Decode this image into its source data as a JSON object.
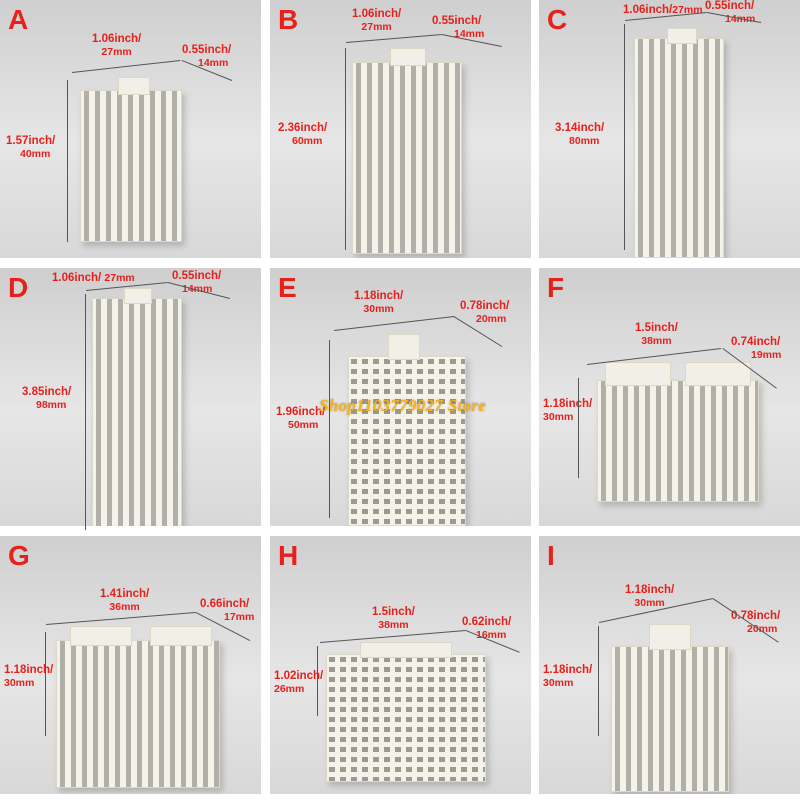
{
  "colors": {
    "label_red": "#e8201c",
    "watermark_orange": "#f7b21a"
  },
  "watermark": "Shop1103779027 Store",
  "panels": [
    {
      "letter": "A",
      "width_in": "1.06inch/",
      "width_mm": "27mm",
      "depth_in": "0.55inch/",
      "depth_mm": "14mm",
      "height_in": "1.57inch/",
      "height_mm": "40mm"
    },
    {
      "letter": "B",
      "width_in": "1.06inch/",
      "width_mm": "27mm",
      "depth_in": "0.55inch/",
      "depth_mm": "14mm",
      "height_in": "2.36inch/",
      "height_mm": "60mm"
    },
    {
      "letter": "C",
      "width_in": "1.06inch/",
      "width_mm": "27mm",
      "depth_in": "0.55inch/",
      "depth_mm": "14mm",
      "height_in": "3.14inch/",
      "height_mm": "80mm"
    },
    {
      "letter": "D",
      "width_in": "1.06inch/",
      "width_mm": "27mm",
      "depth_in": "0.55inch/",
      "depth_mm": "14mm",
      "height_in": "3.85inch/",
      "height_mm": "98mm"
    },
    {
      "letter": "E",
      "width_in": "1.18inch/",
      "width_mm": "30mm",
      "depth_in": "0.78inch/",
      "depth_mm": "20mm",
      "height_in": "1.96inch/",
      "height_mm": "50mm"
    },
    {
      "letter": "F",
      "width_in": "1.5inch/",
      "width_mm": "38mm",
      "depth_in": "0.74inch/",
      "depth_mm": "19mm",
      "height_in": "1.18inch/",
      "height_mm": "30mm"
    },
    {
      "letter": "G",
      "width_in": "1.41inch/",
      "width_mm": "36mm",
      "depth_in": "0.66inch/",
      "depth_mm": "17mm",
      "height_in": "1.18inch/",
      "height_mm": "30mm"
    },
    {
      "letter": "H",
      "width_in": "1.5inch/",
      "width_mm": "38mm",
      "depth_in": "0.62inch/",
      "depth_mm": "16mm",
      "height_in": "1.02inch/",
      "height_mm": "26mm"
    },
    {
      "letter": "I",
      "width_in": "1.18inch/",
      "width_mm": "30mm",
      "depth_in": "0.78inch/",
      "depth_mm": "20mm",
      "height_in": "1.18inch/",
      "height_mm": "30mm"
    }
  ]
}
